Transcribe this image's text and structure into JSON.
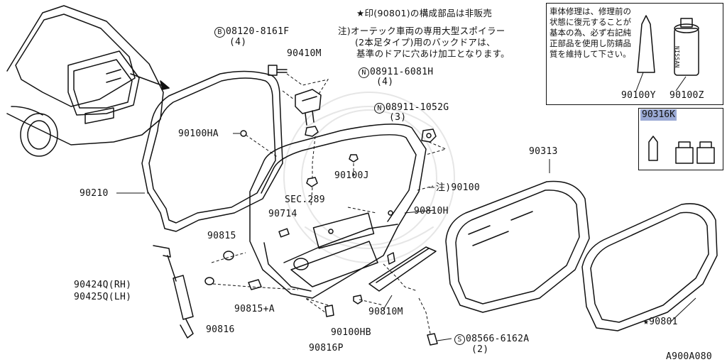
{
  "notes": {
    "star_line": "★印(90801)の構成部品は非販売",
    "note_lines": [
      "注)オーテック車両の専用大型スポイラー",
      "(2本足タイプ)用のバックドアは、",
      "基準のドアに穴あけ加工となります。"
    ]
  },
  "repair_box": {
    "text": "車体修理は、修理前の状態に復元することが基本の為、必ず右記純正部品を使用し防錆品質を維持して下さい。",
    "part_left": "90100Y",
    "part_right": "90100Z",
    "can_text": "NISSAN"
  },
  "kit": {
    "label": "90316K"
  },
  "parts": {
    "bolt_b": {
      "symbol": "B",
      "number": "08120-8161F",
      "qty": "(4)"
    },
    "hinge": "90410M",
    "nut_n1": {
      "symbol": "N",
      "number": "08911-6081H",
      "qty": "(4)"
    },
    "nut_n2": {
      "symbol": "N",
      "number": "08911-1052G",
      "qty": "(3)"
    },
    "glass": "90313",
    "grommet_ha": "90100HA",
    "grommet_j": "90100J",
    "door_note": "注)90100",
    "sec": "SEC.289",
    "bumper": "90714",
    "seal": "90210",
    "stopper": "90815",
    "stopper_a": "90815+A",
    "stay_rh": "90424Q(RH)",
    "stay_lh": "90425Q(LH)",
    "plug": "90816",
    "plug_p": "90816P",
    "clip_hb": "90100HB",
    "finisher_h": "90810H",
    "finisher_m": "90810M",
    "screw_s": {
      "symbol": "S",
      "number": "08566-6162A",
      "qty": "(2)"
    },
    "molding": "★90801"
  },
  "diagram_code": "A900A080"
}
